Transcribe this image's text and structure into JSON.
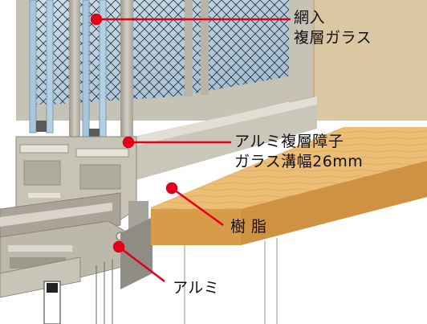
{
  "labels": {
    "wired_glass_line1": "網入",
    "wired_glass_line2": "複層ガラス",
    "aluminum_sash_line1": "アルミ複層障子",
    "aluminum_sash_line2": "ガラス溝幅26mm",
    "resin": "樹 脂",
    "aluminum": "アルミ"
  },
  "colors": {
    "leader": "#e0001a",
    "wood": "#e1aa5c",
    "wall": "#d9c39e",
    "aluminum": "#bcb7aa",
    "glass": "#a9c6dc"
  }
}
